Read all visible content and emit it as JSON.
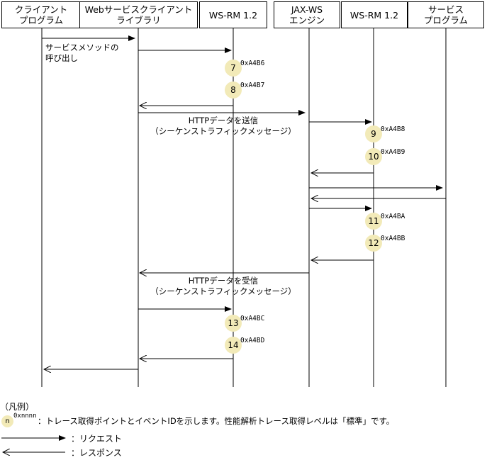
{
  "lifelines": [
    {
      "label": "クライアント\nプログラム"
    },
    {
      "label": "Webサービスクライアント\nライブラリ"
    },
    {
      "label": "WS-RM 1.2"
    },
    {
      "label": "JAX-WS\nエンジン"
    },
    {
      "label": "WS-RM 1.2"
    },
    {
      "label": "サービス\nプログラム"
    }
  ],
  "messages": {
    "call_label": "サービスメソッドの\n呼び出し",
    "send_label": "HTTPデータを送信\n（シーケンストラフィックメッセージ）",
    "receive_label": "HTTPデータを受信\n（シーケンストラフィックメッセージ）"
  },
  "trace_points": [
    {
      "number": "7",
      "code": "0xA4B6"
    },
    {
      "number": "8",
      "code": "0xA4B7"
    },
    {
      "number": "9",
      "code": "0xA4B8"
    },
    {
      "number": "10",
      "code": "0xA4B9"
    },
    {
      "number": "11",
      "code": "0xA4BA"
    },
    {
      "number": "12",
      "code": "0xA4BB"
    },
    {
      "number": "13",
      "code": "0xA4BC"
    },
    {
      "number": "14",
      "code": "0xA4BD"
    }
  ],
  "legend": {
    "title": "（凡例）",
    "symbol_letter": "n",
    "symbol_code": "0xnnnn",
    "trace_text": "：トレース取得ポイントとイベントIDを示します。性能解析トレース取得レベルは「標準」です。",
    "request_text": "：リクエスト",
    "response_text": "：レスポンス"
  },
  "colors": {
    "trace_point_fill": "#f2eab8",
    "line": "#000000"
  }
}
